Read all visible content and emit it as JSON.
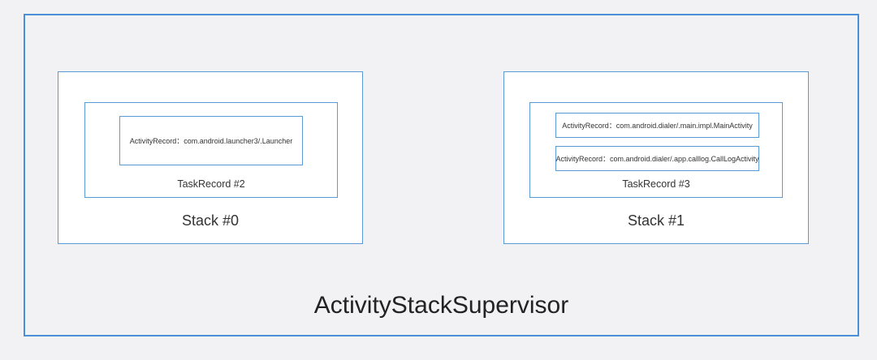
{
  "supervisor": {
    "label": "ActivityStackSupervisor",
    "stacks": [
      {
        "label": "Stack #0",
        "task": {
          "label": "TaskRecord #2",
          "activities": [
            "ActivityRecord：com.android.launcher3/.Launcher"
          ]
        }
      },
      {
        "label": "Stack #1",
        "task": {
          "label": "TaskRecord #3",
          "activities": [
            "ActivityRecord：com.android.dialer/.main.impl.MainActivity",
            "ActivityRecord：com.android.dialer/.app.calllog.CallLogActivity"
          ]
        }
      }
    ]
  },
  "colors": {
    "background": "#f2f2f4",
    "border": "#5b9bd5",
    "box_fill": "#ffffff"
  }
}
